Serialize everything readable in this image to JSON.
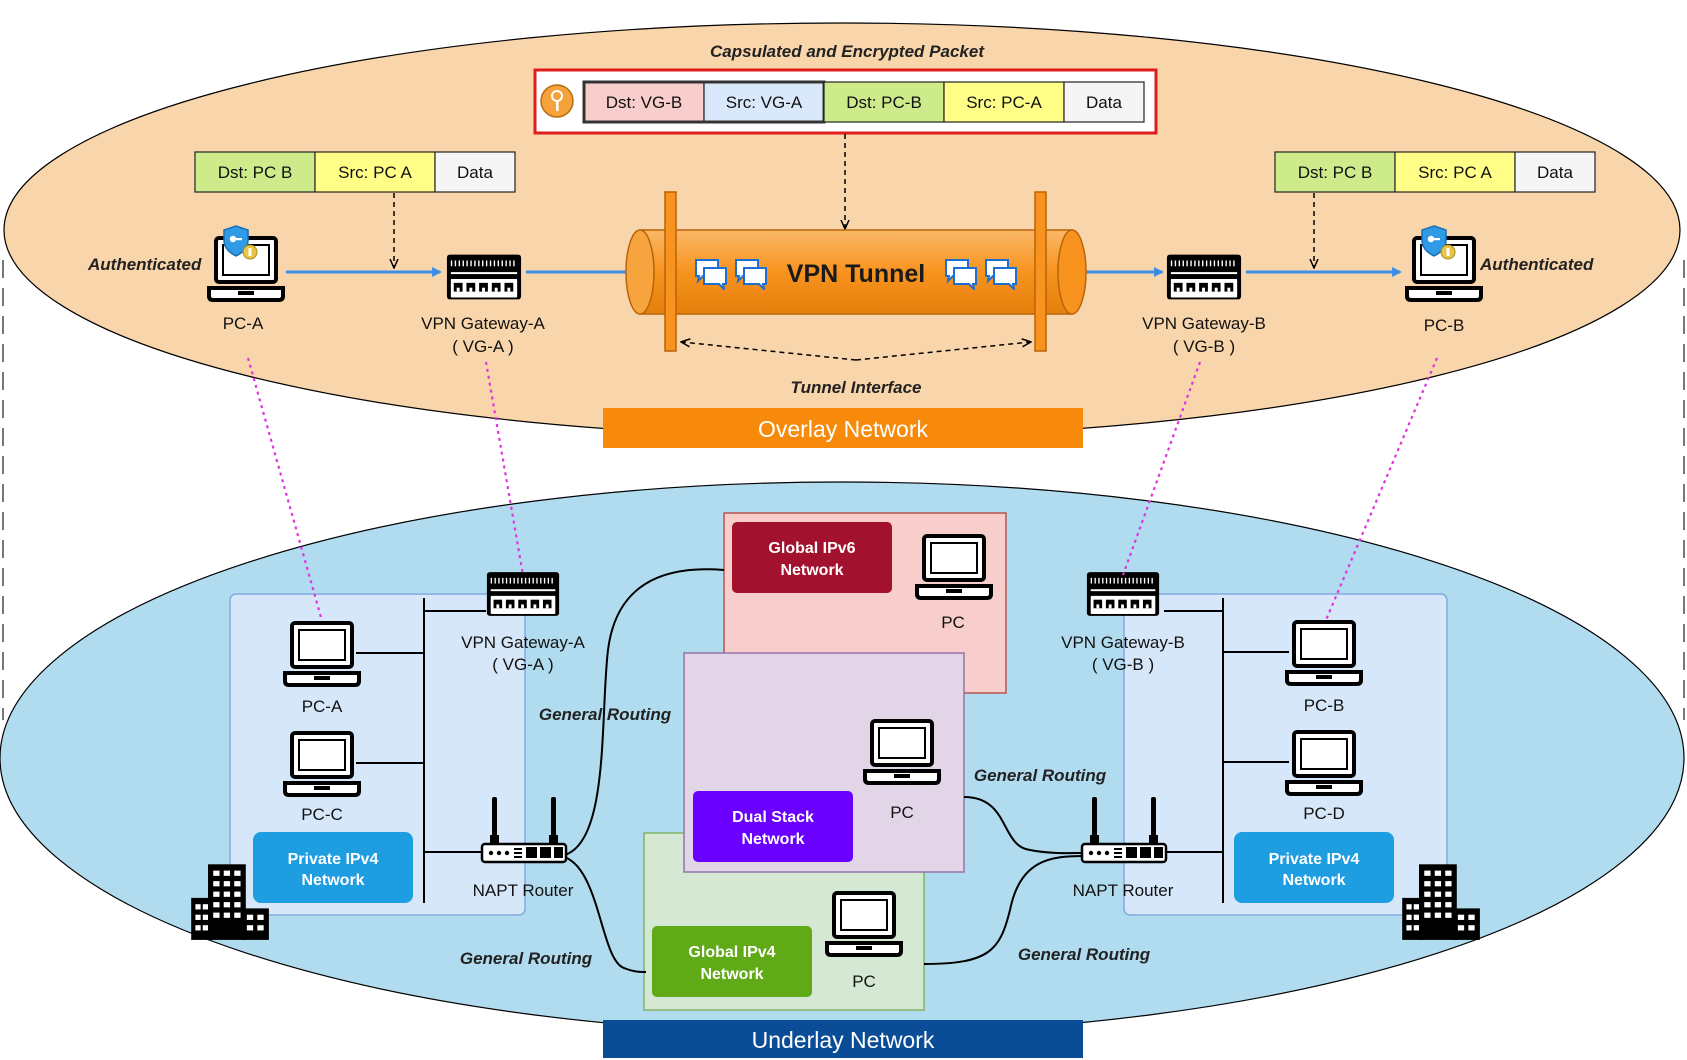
{
  "overlay": {
    "banner": "Overlay Network",
    "packet_caption": "Capsulated and Encrypted Packet",
    "encrypted_packet": [
      "Dst: VG-B",
      "Src: VG-A",
      "Dst: PC-B",
      "Src: PC-A",
      "Data"
    ],
    "left_packet": [
      "Dst: PC B",
      "Src: PC A",
      "Data"
    ],
    "right_packet": [
      "Dst: PC B",
      "Src: PC A",
      "Data"
    ],
    "tunnel_label": "VPN Tunnel",
    "tunnel_interface": "Tunnel Interface",
    "pc_a": "PC-A",
    "pc_b": "PC-B",
    "authenticated_left": "Authenticated",
    "authenticated_right": "Authenticated",
    "vg_a": [
      "VPN Gateway-A",
      "( VG-A )"
    ],
    "vg_b": [
      "VPN Gateway-B",
      "( VG-B )"
    ]
  },
  "underlay": {
    "banner": "Underlay Network",
    "left_site": {
      "pc1": "PC-A",
      "pc2": "PC-C",
      "gateway": [
        "VPN Gateway-A",
        "( VG-A )"
      ],
      "router": "NAPT Router",
      "network": [
        "Private IPv4",
        "Network"
      ]
    },
    "right_site": {
      "pc1": "PC-B",
      "pc2": "PC-D",
      "gateway": [
        "VPN Gateway-B",
        "( VG-B )"
      ],
      "router": "NAPT Router",
      "network": [
        "Private IPv4",
        "Network"
      ]
    },
    "ipv6": {
      "network": [
        "Global IPv6",
        "Network"
      ],
      "pc": "PC"
    },
    "dual": {
      "network": [
        "Dual Stack",
        "Network"
      ],
      "pc": "PC"
    },
    "ipv4": {
      "network": [
        "Global IPv4",
        "Network"
      ],
      "pc": "PC"
    },
    "routing": [
      "General Routing",
      "General Routing",
      "General Routing",
      "General Routing"
    ]
  },
  "colors": {
    "overlay_fill": "#f9d5ab",
    "underlay_fill": "#b1dcef",
    "overlay_banner": "#f78a0a",
    "underlay_banner": "#0a4d96",
    "tunnel": "#f7931e",
    "arrow": "#3d8ee6",
    "link_dotted": "#e034e0",
    "dst_cell": "#f8cecc",
    "src_cell": "#dae8fc",
    "green_cell": "#cdeb8b",
    "yellow_cell": "#ffff88",
    "data_cell": "#f5f5f5"
  }
}
